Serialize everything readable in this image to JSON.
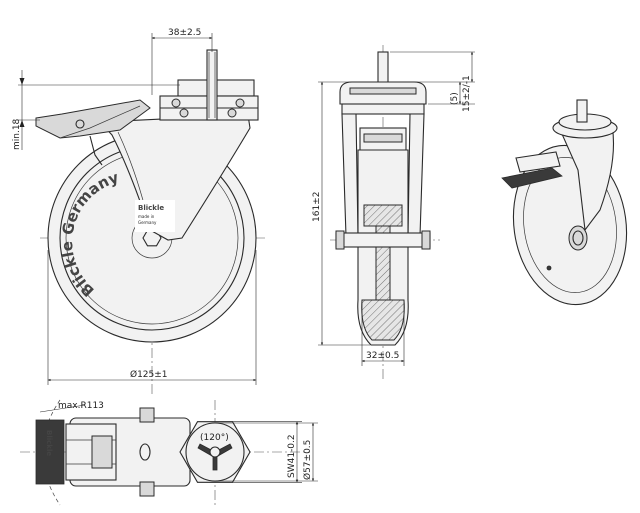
{
  "dimensions": {
    "stem_offset": "38±2.5",
    "min_18": "min.18",
    "overall_height": "161±2",
    "wheel_diameter": "Ø125±1",
    "tread_width": "32±0.5",
    "dim_5": "(5)",
    "dim_15": "15±2/-1",
    "max_radius": "max.R113",
    "angle": "(120°)",
    "sw": "SW41-0.2",
    "plate_diameter": "Ø57±0.5"
  },
  "branding": {
    "wheel_text": "Blickle Germany",
    "label_logo": "Blickle",
    "label_sub1": "made in",
    "label_sub2": "Germany",
    "plan_logo": "Blickle"
  }
}
